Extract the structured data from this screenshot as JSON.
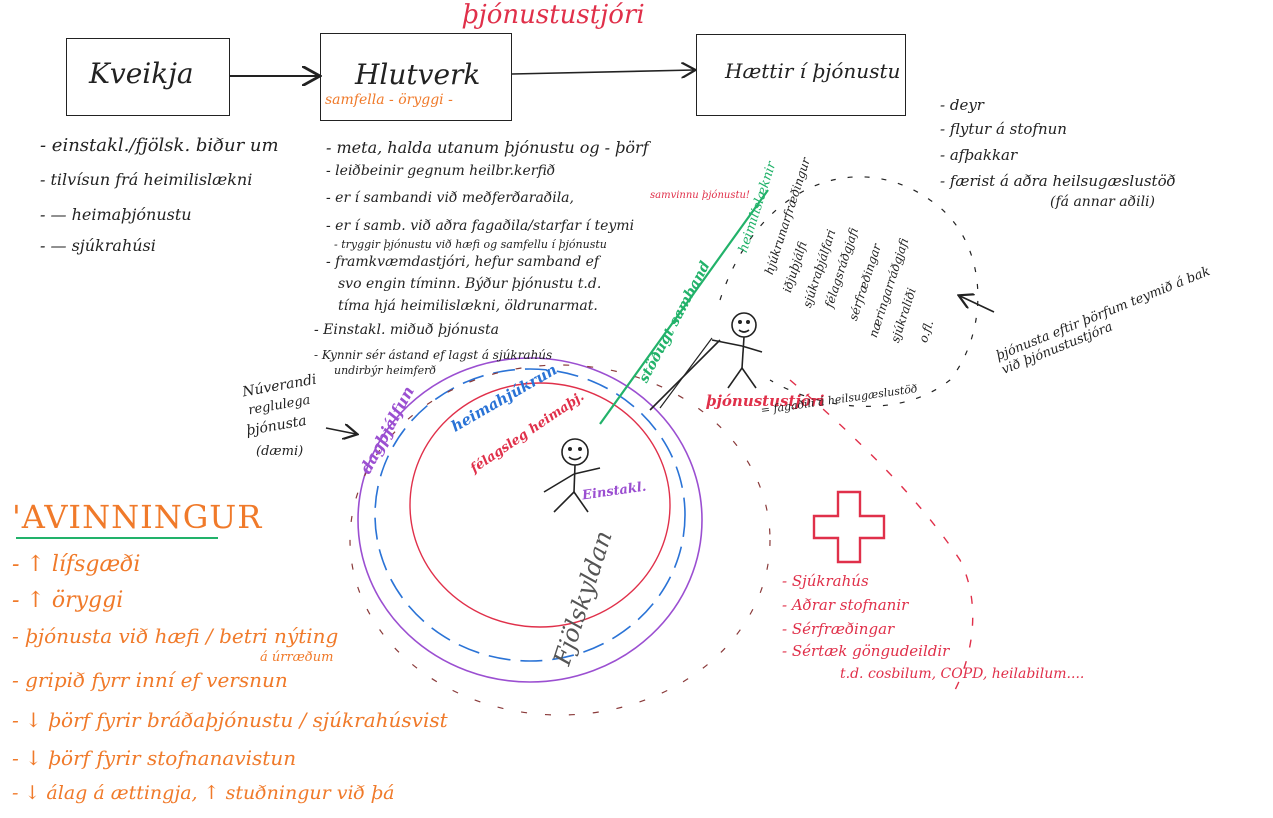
{
  "title": "þjónustustjóri",
  "boxes": {
    "kveikja": "Kveikja",
    "hlutverk": "Hlutverk",
    "hlutverk_sub": "samfella - öryggi -",
    "haettir": "Hættir í þjónustu"
  },
  "kveikja_list": [
    "- einstakl./fjölsk. biður um",
    "- tilvísun frá heimilislækni",
    "-      —     heimaþjónustu",
    "-      —     sjúkrahúsi"
  ],
  "hlutverk_list": [
    "- meta, halda utanum þjónustu og - þörf",
    "- leiðbeinir gegnum heilbr.kerfið",
    "- er í sambandi við meðferðaraðila,",
    "- er í samb. við aðra fagaðila/starfar í teymi",
    "- tryggir þjónustu við hæfi og samfellu í þjónustu",
    "- framkvæmdastjóri, hefur samband ef",
    "svo engin tíminn. Býður þjónustu t.d.",
    "tíma hjá heimilislækni, öldrunarmat.",
    "- Einstakl. miðuð þjónusta",
    "- Kynnir sér ástand ef lagst á sjúkrahús",
    "undirbýr heimferð"
  ],
  "hlutverk_tag": "samvinnu þjónustu!",
  "haettir_list": [
    "- deyr",
    "- flytur á stofnun",
    "- afþakkar",
    "- færist á aðra heilsugæslustöð",
    "(fá annar aðili)"
  ],
  "team_labels": [
    "heimilislæknir",
    "hjúkrunarfræðingur",
    "iðjuþjálfi",
    "sjúkraþjálfari",
    "félagsráðgjafi",
    "sérfræðingar",
    "næringarráðgjafi",
    "sjúkraliði",
    "o.fl."
  ],
  "team_note": "þjónusta eftir þörfum teymið á bak við þjónustustjóra",
  "current_service": {
    "line1": "Núverandi",
    "line2": "reglulega",
    "line3": "þjónusta",
    "line4": "(dæmi)"
  },
  "circles": {
    "dagthjalfun": "dagþjálfun",
    "heimahjukrun": "heimahjúkrun",
    "felagsleg": "félagsleg heimaþj.",
    "einstakl": "Einstakl.",
    "fjolskyldan": "Fjölskyldan"
  },
  "stodugt_samband": "stöðugt samband",
  "thjonustustjori": "þjónustustjóri",
  "thjonustustjori_note": "= fagaðili á heilsugæslustöð",
  "hospital_list": [
    "- Sjúkrahús",
    "- Aðrar stofnanir",
    "- Sérfræðingar",
    "- Sértæk göngudeildir",
    "t.d. cosbilum, COPD, heilabilum...."
  ],
  "avinningur": {
    "title": "'AVINNINGUR",
    "items": [
      "- ↑ lífsgæði",
      "- ↑ öryggi",
      "- þjónusta við hæfi / betri nýting",
      "á úrræðum",
      "- gripið fyrr inní ef versnun",
      "- ↓ þörf fyrir bráðaþjónustu / sjúkrahúsvist",
      "- ↓ þörf fyrir stofnanavistun",
      "- ↓ álag á ættingja, ↑ stuðningur við þá"
    ]
  },
  "colors": {
    "ink": "#222222",
    "orange": "#f07a2a",
    "red": "#e0304a",
    "green": "#22b26a",
    "blue": "#2a73d6",
    "purple": "#9b4fd1",
    "pink": "#d9336b"
  }
}
